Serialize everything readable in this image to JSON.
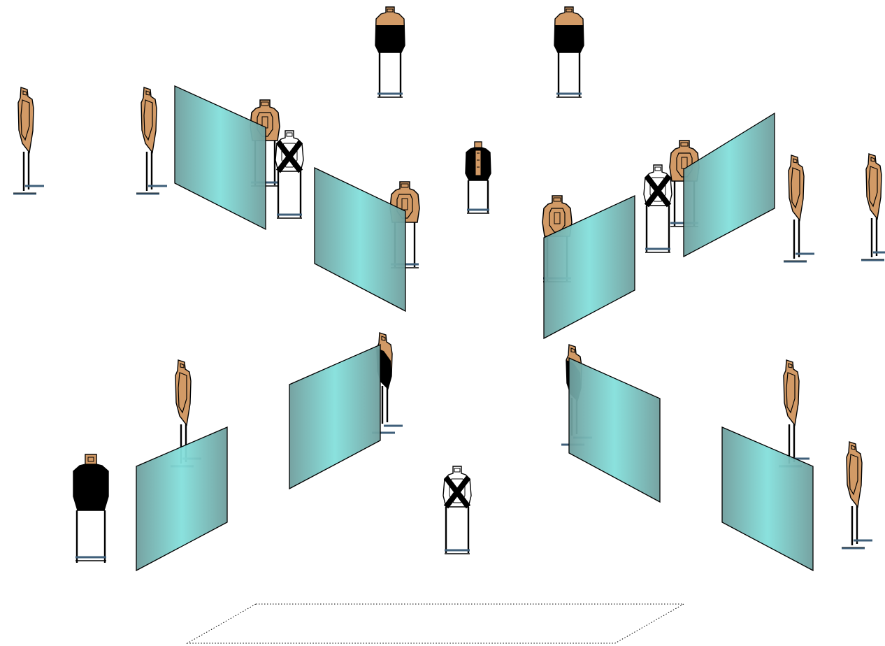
{
  "colors": {
    "background": "#ffffff",
    "tan_target": "#d29a66",
    "black_target": "#000000",
    "white_target": "#ffffff",
    "barrier_edge": "#7fa7a6",
    "barrier_center": "#84e0dc",
    "stand_base": "#3f5f7a",
    "outline": "#000000"
  },
  "icons": {
    "tan_target": "tan-ipsc-target-icon",
    "black_target": "black-no-shoot-target-icon",
    "white_target": "white-target-icon",
    "disabled_target": "x-marked-target-icon",
    "barrier": "see-through-barrier-panel",
    "shooting_box": "dotted-shooting-area"
  },
  "stage": {
    "targets": [
      {
        "kind": "black-top"
      },
      {
        "kind": "black-top"
      },
      {
        "kind": "tan"
      },
      {
        "kind": "tan"
      },
      {
        "kind": "tan-front"
      },
      {
        "kind": "white-x"
      },
      {
        "kind": "tan-front"
      },
      {
        "kind": "black-stripe"
      },
      {
        "kind": "tan-front"
      },
      {
        "kind": "white-x"
      },
      {
        "kind": "tan-front"
      },
      {
        "kind": "tan"
      },
      {
        "kind": "tan"
      },
      {
        "kind": "tan"
      },
      {
        "kind": "black-full"
      },
      {
        "kind": "tan-black-side"
      },
      {
        "kind": "tan-black-side"
      },
      {
        "kind": "white-x"
      },
      {
        "kind": "tan"
      },
      {
        "kind": "tan"
      }
    ],
    "barriers": 8
  }
}
